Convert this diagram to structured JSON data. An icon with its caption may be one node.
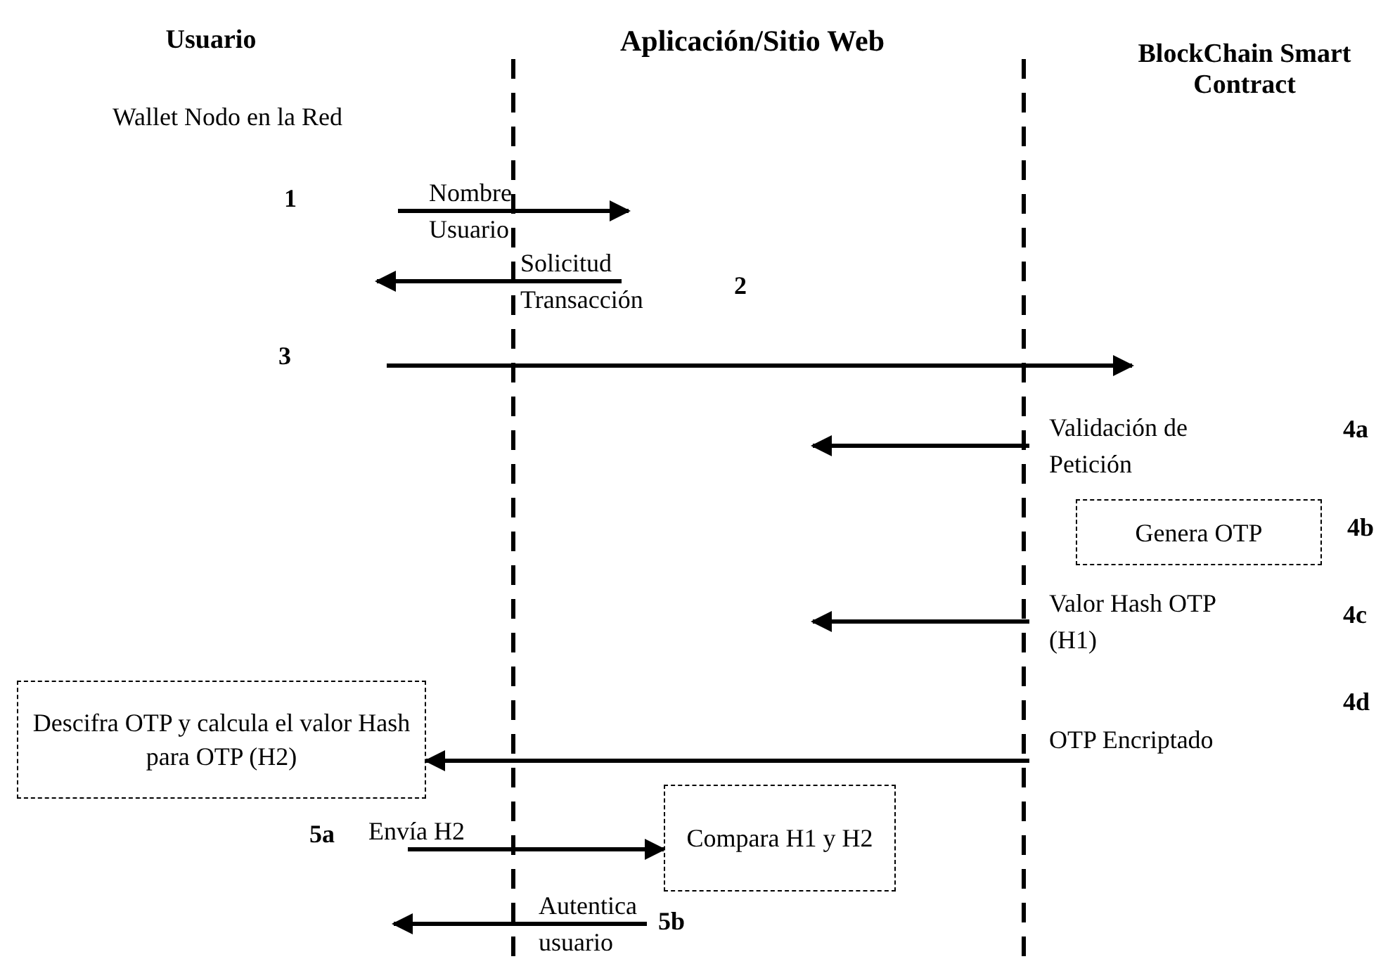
{
  "diagram": {
    "nodes": [
      {
        "text": [
          "Usuario",
          "Wallet Nodo en la Red"
        ]
      },
      {
        "text": [
          "Aplicación/Sitio Web"
        ]
      },
      {
        "text": [
          "BlockChain Smart Contract"
        ]
      },
      {
        "text": [
          "Genera OTP"
        ],
        "in": 2
      },
      {
        "text": [
          "Descifra OTP y calcula el valor Hash para OTP (H2)"
        ],
        "in": 0
      },
      {
        "text": [
          "Compara H1 y H2"
        ],
        "in": 1
      }
    ],
    "edges": [
      {
        "from": 0,
        "to": 1,
        "arrow": "to",
        "label": "Nombre Usuario"
      },
      {
        "from": 1,
        "to": 0,
        "arrow": "to",
        "label": "Solicitud Transacción"
      },
      {
        "from": 0,
        "to": 2,
        "arrow": "to"
      },
      {
        "from": 2,
        "to": 1,
        "arrow": "to",
        "label": "Validación de Petición"
      },
      {
        "from": 2,
        "to": 1,
        "arrow": "to",
        "label": "Valor Hash OTP (H1)"
      },
      {
        "from": null,
        "to": 4,
        "arrow": "to",
        "label": "OTP Encriptado"
      },
      {
        "from": 0,
        "to": 5,
        "arrow": "to",
        "label": "Envía H2"
      },
      {
        "from": 1,
        "to": 0,
        "arrow": "to",
        "label": "Autentica usuario"
      }
    ],
    "labels": [
      "1",
      "2",
      "3",
      "4a",
      "4b",
      "4c",
      "4d",
      "5a",
      "5b"
    ]
  }
}
